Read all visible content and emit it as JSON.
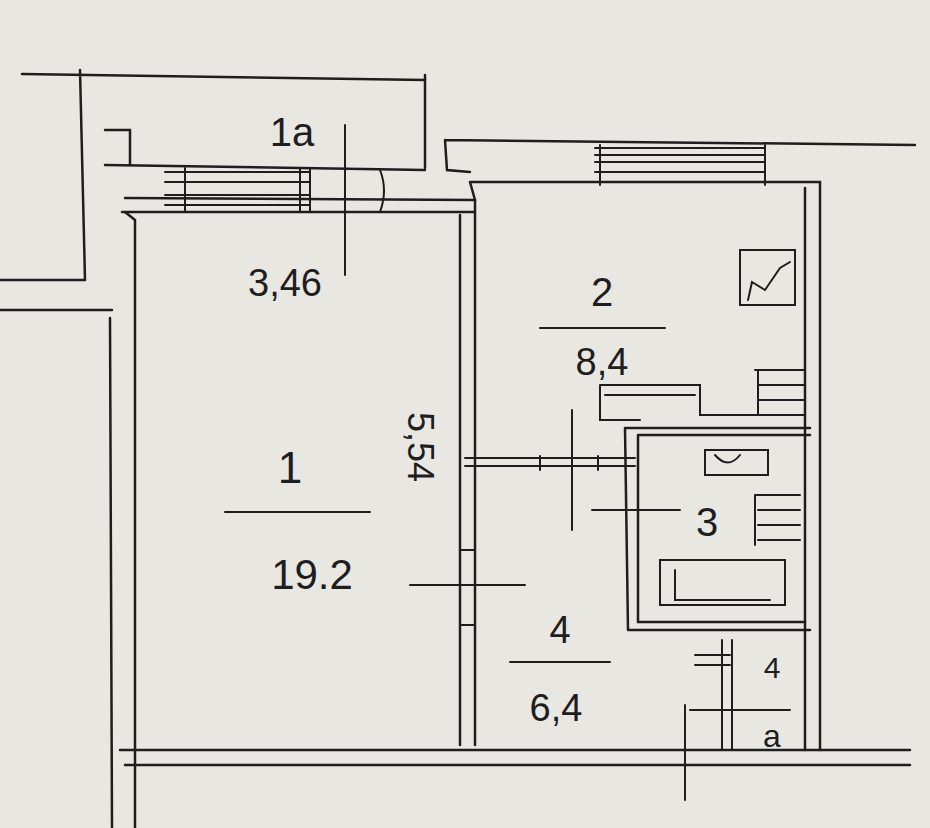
{
  "diagram": {
    "labels": [
      "1а",
      "3,46",
      "5,54",
      "1",
      "19.2",
      "2",
      "8,4",
      "3",
      "4",
      "6,4",
      "4",
      "а"
    ]
  }
}
